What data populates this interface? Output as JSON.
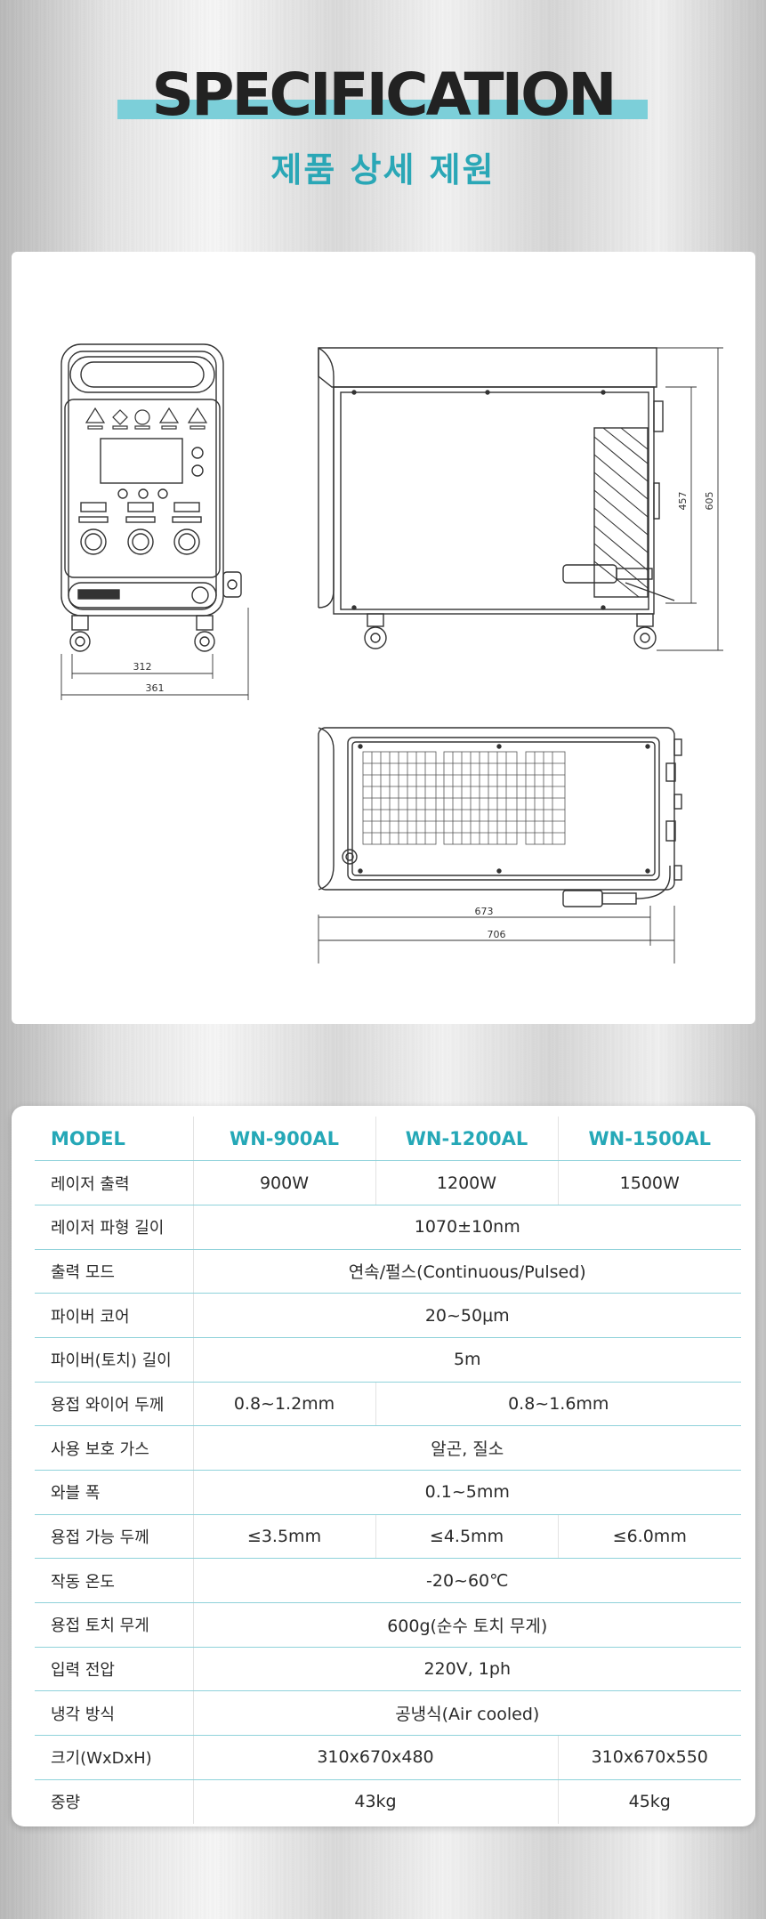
{
  "header": {
    "title": "SPECIFICATION",
    "subtitle": "제품 상세 제원"
  },
  "drawing": {
    "front_view": {
      "dim_inner": "312",
      "dim_outer": "361"
    },
    "side_view": {
      "dim_height_inner": "457",
      "dim_height_outer": "605"
    },
    "top_view": {
      "dim_inner": "673",
      "dim_outer": "706"
    }
  },
  "spec_table": {
    "header": {
      "label": "MODEL",
      "models": [
        "WN-900AL",
        "WN-1200AL",
        "WN-1500AL"
      ]
    },
    "rows": [
      {
        "label": "레이저 출력",
        "cells": [
          {
            "text": "900W",
            "span": 1
          },
          {
            "text": "1200W",
            "span": 1
          },
          {
            "text": "1500W",
            "span": 1
          }
        ]
      },
      {
        "label": "레이저 파형 길이",
        "cells": [
          {
            "text": "1070±10nm",
            "span": 3
          }
        ]
      },
      {
        "label": "출력 모드",
        "cells": [
          {
            "text": "연속/펄스(Continuous/Pulsed)",
            "span": 3
          }
        ]
      },
      {
        "label": "파이버 코어",
        "cells": [
          {
            "text": "20~50μm",
            "span": 3
          }
        ]
      },
      {
        "label": "파이버(토치) 길이",
        "cells": [
          {
            "text": "5m",
            "span": 3
          }
        ]
      },
      {
        "label": "용접 와이어 두께",
        "cells": [
          {
            "text": "0.8~1.2mm",
            "span": 1
          },
          {
            "text": "0.8~1.6mm",
            "span": 2
          }
        ]
      },
      {
        "label": "사용 보호 가스",
        "cells": [
          {
            "text": "알곤, 질소",
            "span": 3
          }
        ]
      },
      {
        "label": "와블 폭",
        "cells": [
          {
            "text": "0.1~5mm",
            "span": 3
          }
        ]
      },
      {
        "label": "용접 가능 두께",
        "cells": [
          {
            "text": "≤3.5mm",
            "span": 1
          },
          {
            "text": "≤4.5mm",
            "span": 1
          },
          {
            "text": "≤6.0mm",
            "span": 1
          }
        ]
      },
      {
        "label": "작동 온도",
        "cells": [
          {
            "text": "-20~60℃",
            "span": 3
          }
        ]
      },
      {
        "label": "용접 토치 무게",
        "cells": [
          {
            "text": "600g(순수 토치 무게)",
            "span": 3
          }
        ]
      },
      {
        "label": "입력 전압",
        "cells": [
          {
            "text": "220V, 1ph",
            "span": 3
          }
        ]
      },
      {
        "label": "냉각 방식",
        "cells": [
          {
            "text": "공냉식(Air cooled)",
            "span": 3
          }
        ]
      },
      {
        "label": "크기(WxDxH)",
        "cells": [
          {
            "text": "310x670x480",
            "span": 2
          },
          {
            "text": "310x670x550",
            "span": 1
          }
        ]
      },
      {
        "label": "중량",
        "cells": [
          {
            "text": "43kg",
            "span": 2
          },
          {
            "text": "45kg",
            "span": 1
          }
        ]
      }
    ]
  },
  "colors": {
    "accent": "#2aa7b6",
    "title_bar": "#7ccfd9",
    "title_text": "#222222",
    "row_line": "#8fd2da"
  }
}
